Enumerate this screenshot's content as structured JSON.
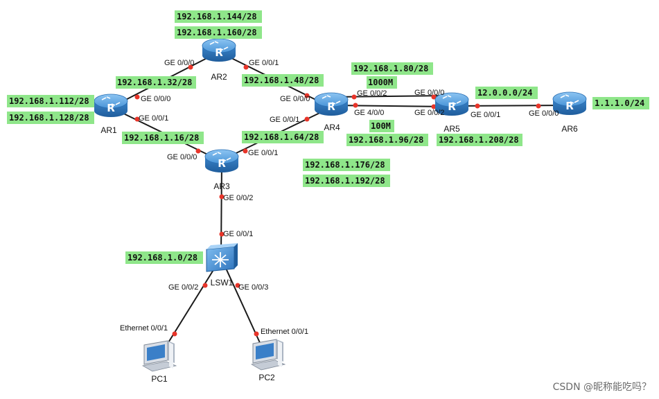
{
  "devices": {
    "ar1": "AR1",
    "ar2": "AR2",
    "ar3": "AR3",
    "ar4": "AR4",
    "ar5": "AR5",
    "ar6": "AR6",
    "lsw1": "LSW1",
    "pc1": "PC1",
    "pc2": "PC2"
  },
  "subnets": {
    "s144": "192.168.1.144/28",
    "s160": "192.168.1.160/28",
    "s32": "192.168.1.32/28",
    "s112": "192.168.1.112/28",
    "s128": "192.168.1.128/28",
    "s16": "192.168.1.16/28",
    "s48": "192.168.1.48/28",
    "s64": "192.168.1.64/28",
    "s80": "192.168.1.80/28",
    "s96": "192.168.1.96/28",
    "s208": "192.168.1.208/28",
    "s176": "192.168.1.176/28",
    "s192": "192.168.1.192/28",
    "s0": "192.168.1.0/28",
    "s12": "12.0.0.0/24",
    "s1": "1.1.1.0/24"
  },
  "speeds": {
    "s1000": "1000M",
    "s100": "100M"
  },
  "ports": {
    "ar2_l": "GE 0/0/0",
    "ar2_r": "GE 0/0/1",
    "ar1_a": "GE 0/0/0",
    "ar1_b": "GE 0/0/1",
    "ar4_a": "GE 0/0/0",
    "ar4_b": "GE 0/0/2",
    "ar4_c": "GE 4/0/0",
    "ar4_d": "GE 0/0/1",
    "ar5_a": "GE 0/0/0",
    "ar5_b": "GE 0/0/2",
    "ar5_c": "GE 0/0/1",
    "ar6_a": "GE 0/0/0",
    "ar3_a": "GE 0/0/0",
    "ar3_b": "GE 0/0/1",
    "ar3_c": "GE 0/0/2",
    "lsw_a": "GE 0/0/1",
    "lsw_b": "GE 0/0/2",
    "lsw_c": "GE 0/0/3",
    "pc1_a": "Ethernet 0/0/1",
    "pc2_a": "Ethernet 0/0/1"
  },
  "watermark": "CSDN @昵称能吃吗？",
  "colors": {
    "router": "#3d8fd6",
    "label_bg": "#8fe68a",
    "dot": "#e8352a"
  }
}
